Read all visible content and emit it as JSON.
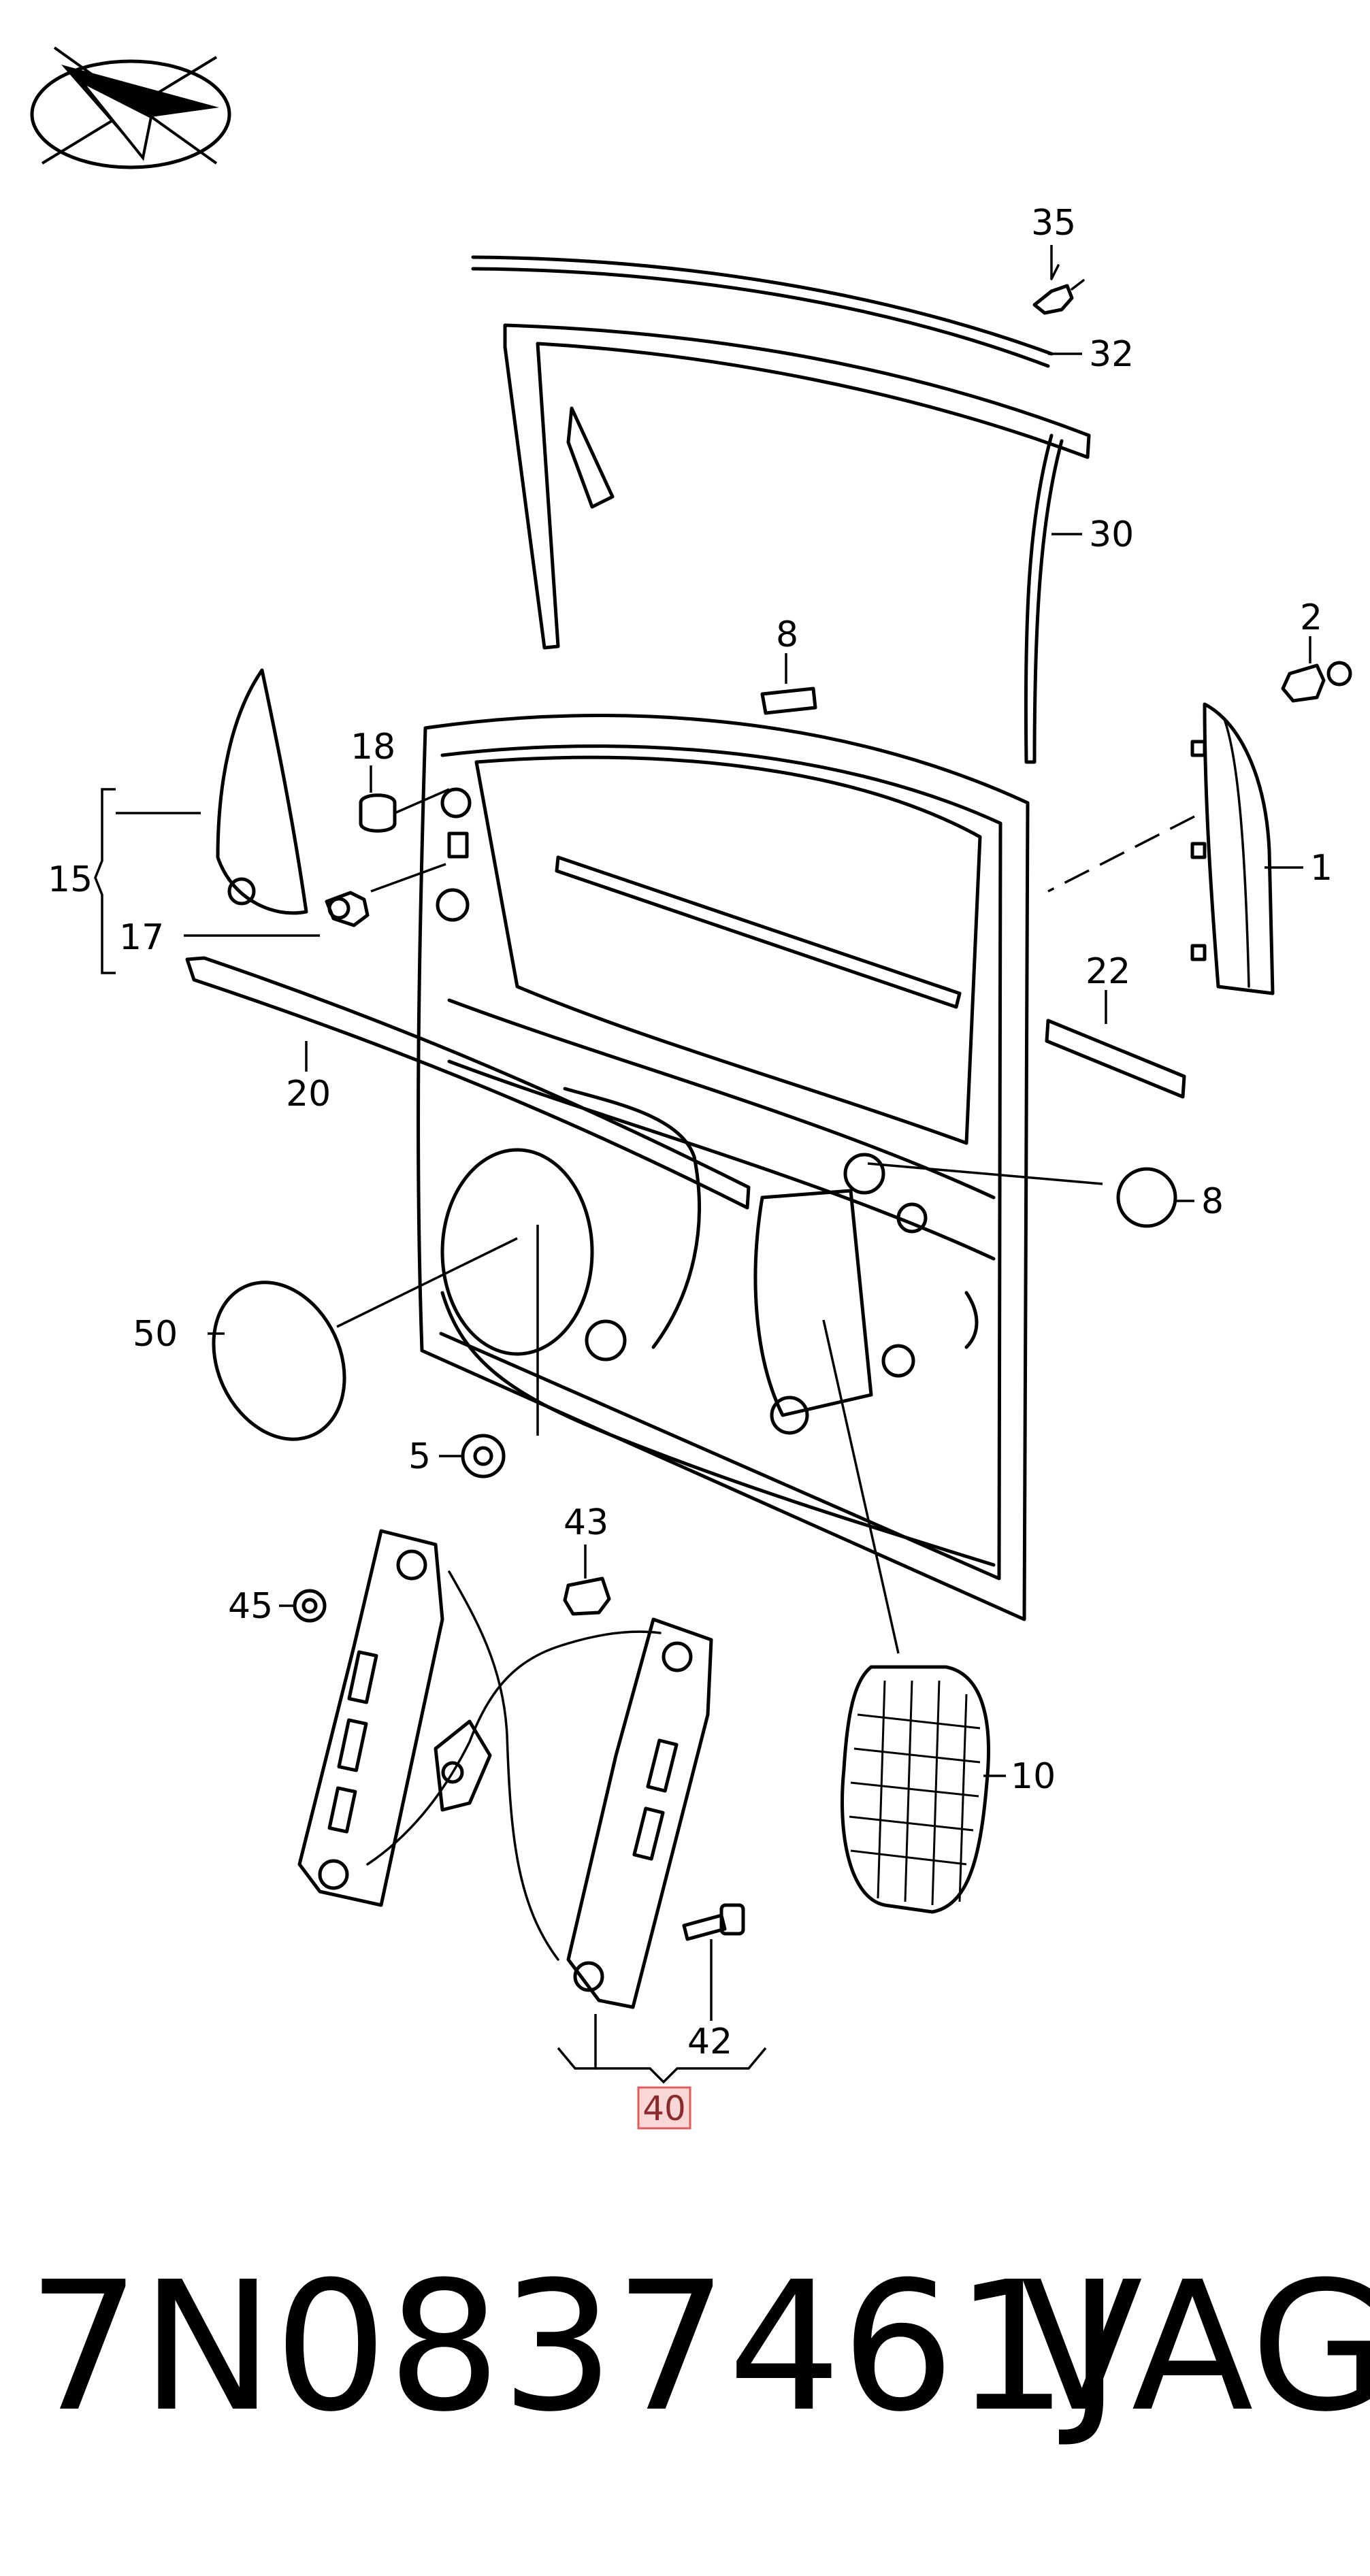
{
  "callouts": {
    "c1": "1",
    "c2": "2",
    "c5": "5",
    "c8_top": "8",
    "c8_right": "8",
    "c10": "10",
    "c15": "15",
    "c17": "17",
    "c18": "18",
    "c20": "20",
    "c22": "22",
    "c30": "30",
    "c32": "32",
    "c35": "35",
    "c40": "40",
    "c42": "42",
    "c43": "43",
    "c45": "45",
    "c50": "50"
  },
  "footer": {
    "part_number": "7N0837461J",
    "brand": "VAG"
  },
  "colors": {
    "highlight_fill": "#f9d7d7",
    "highlight_stroke": "#e05c5c",
    "highlight_text": "#8a2a2a",
    "line": "#000000"
  },
  "icons": {
    "logo": "paper-plane-crossed-ellipse-icon"
  }
}
